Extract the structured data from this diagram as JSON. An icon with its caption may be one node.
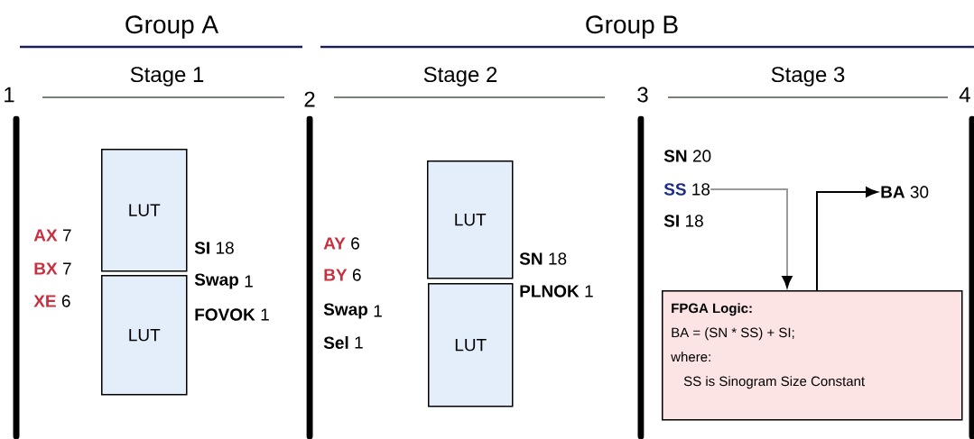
{
  "diagram": {
    "nodes": [
      {
        "text": [
          "LUT"
        ]
      },
      {
        "text": [
          "LUT"
        ]
      },
      {
        "text": [
          "LUT"
        ]
      },
      {
        "text": [
          "LUT"
        ]
      },
      {
        "text": [
          "SS",
          "18"
        ]
      },
      {
        "text": [
          "BA",
          "30"
        ]
      },
      {
        "text": [
          "FPGA Logic:",
          "BA = (SN * SS) + SI;",
          "where:",
          "SS is Sinogram Size Constant"
        ]
      }
    ],
    "edges": [
      {
        "from": 4,
        "to": 6,
        "arrow": "to",
        "color": "#9a9a9a"
      },
      {
        "from": 6,
        "to": 5,
        "arrow": "to",
        "color": "#000000"
      }
    ],
    "labels": [
      "Group A",
      "Group B",
      "Stage 1",
      "Stage 2",
      "Stage 3",
      "1",
      "2",
      "3",
      "4",
      "AX",
      "7",
      "BX",
      "7",
      "XE",
      "6",
      "SI",
      "18",
      "Swap",
      "1",
      "FOVOK",
      "1",
      "AY",
      "6",
      "BY",
      "6",
      "Swap",
      "1",
      "Sel",
      "1",
      "SN",
      "18",
      "PLNOK",
      "1",
      "SN",
      "20",
      "SI",
      "18"
    ]
  }
}
